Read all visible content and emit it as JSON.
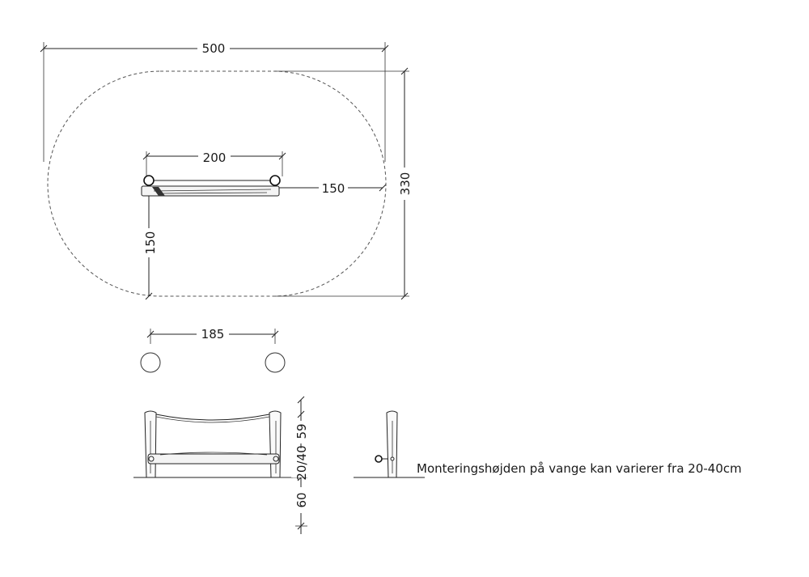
{
  "dimensions": {
    "total_width": "500",
    "total_height": "330",
    "beam_length": "200",
    "right_offset": "150",
    "left_offset": "150",
    "post_spacing": "185",
    "rope_height": "59",
    "mount_height": "20/40",
    "post_depth": "60"
  },
  "note": "Monteringshøjden på vange kan varierer fra 20-40cm"
}
